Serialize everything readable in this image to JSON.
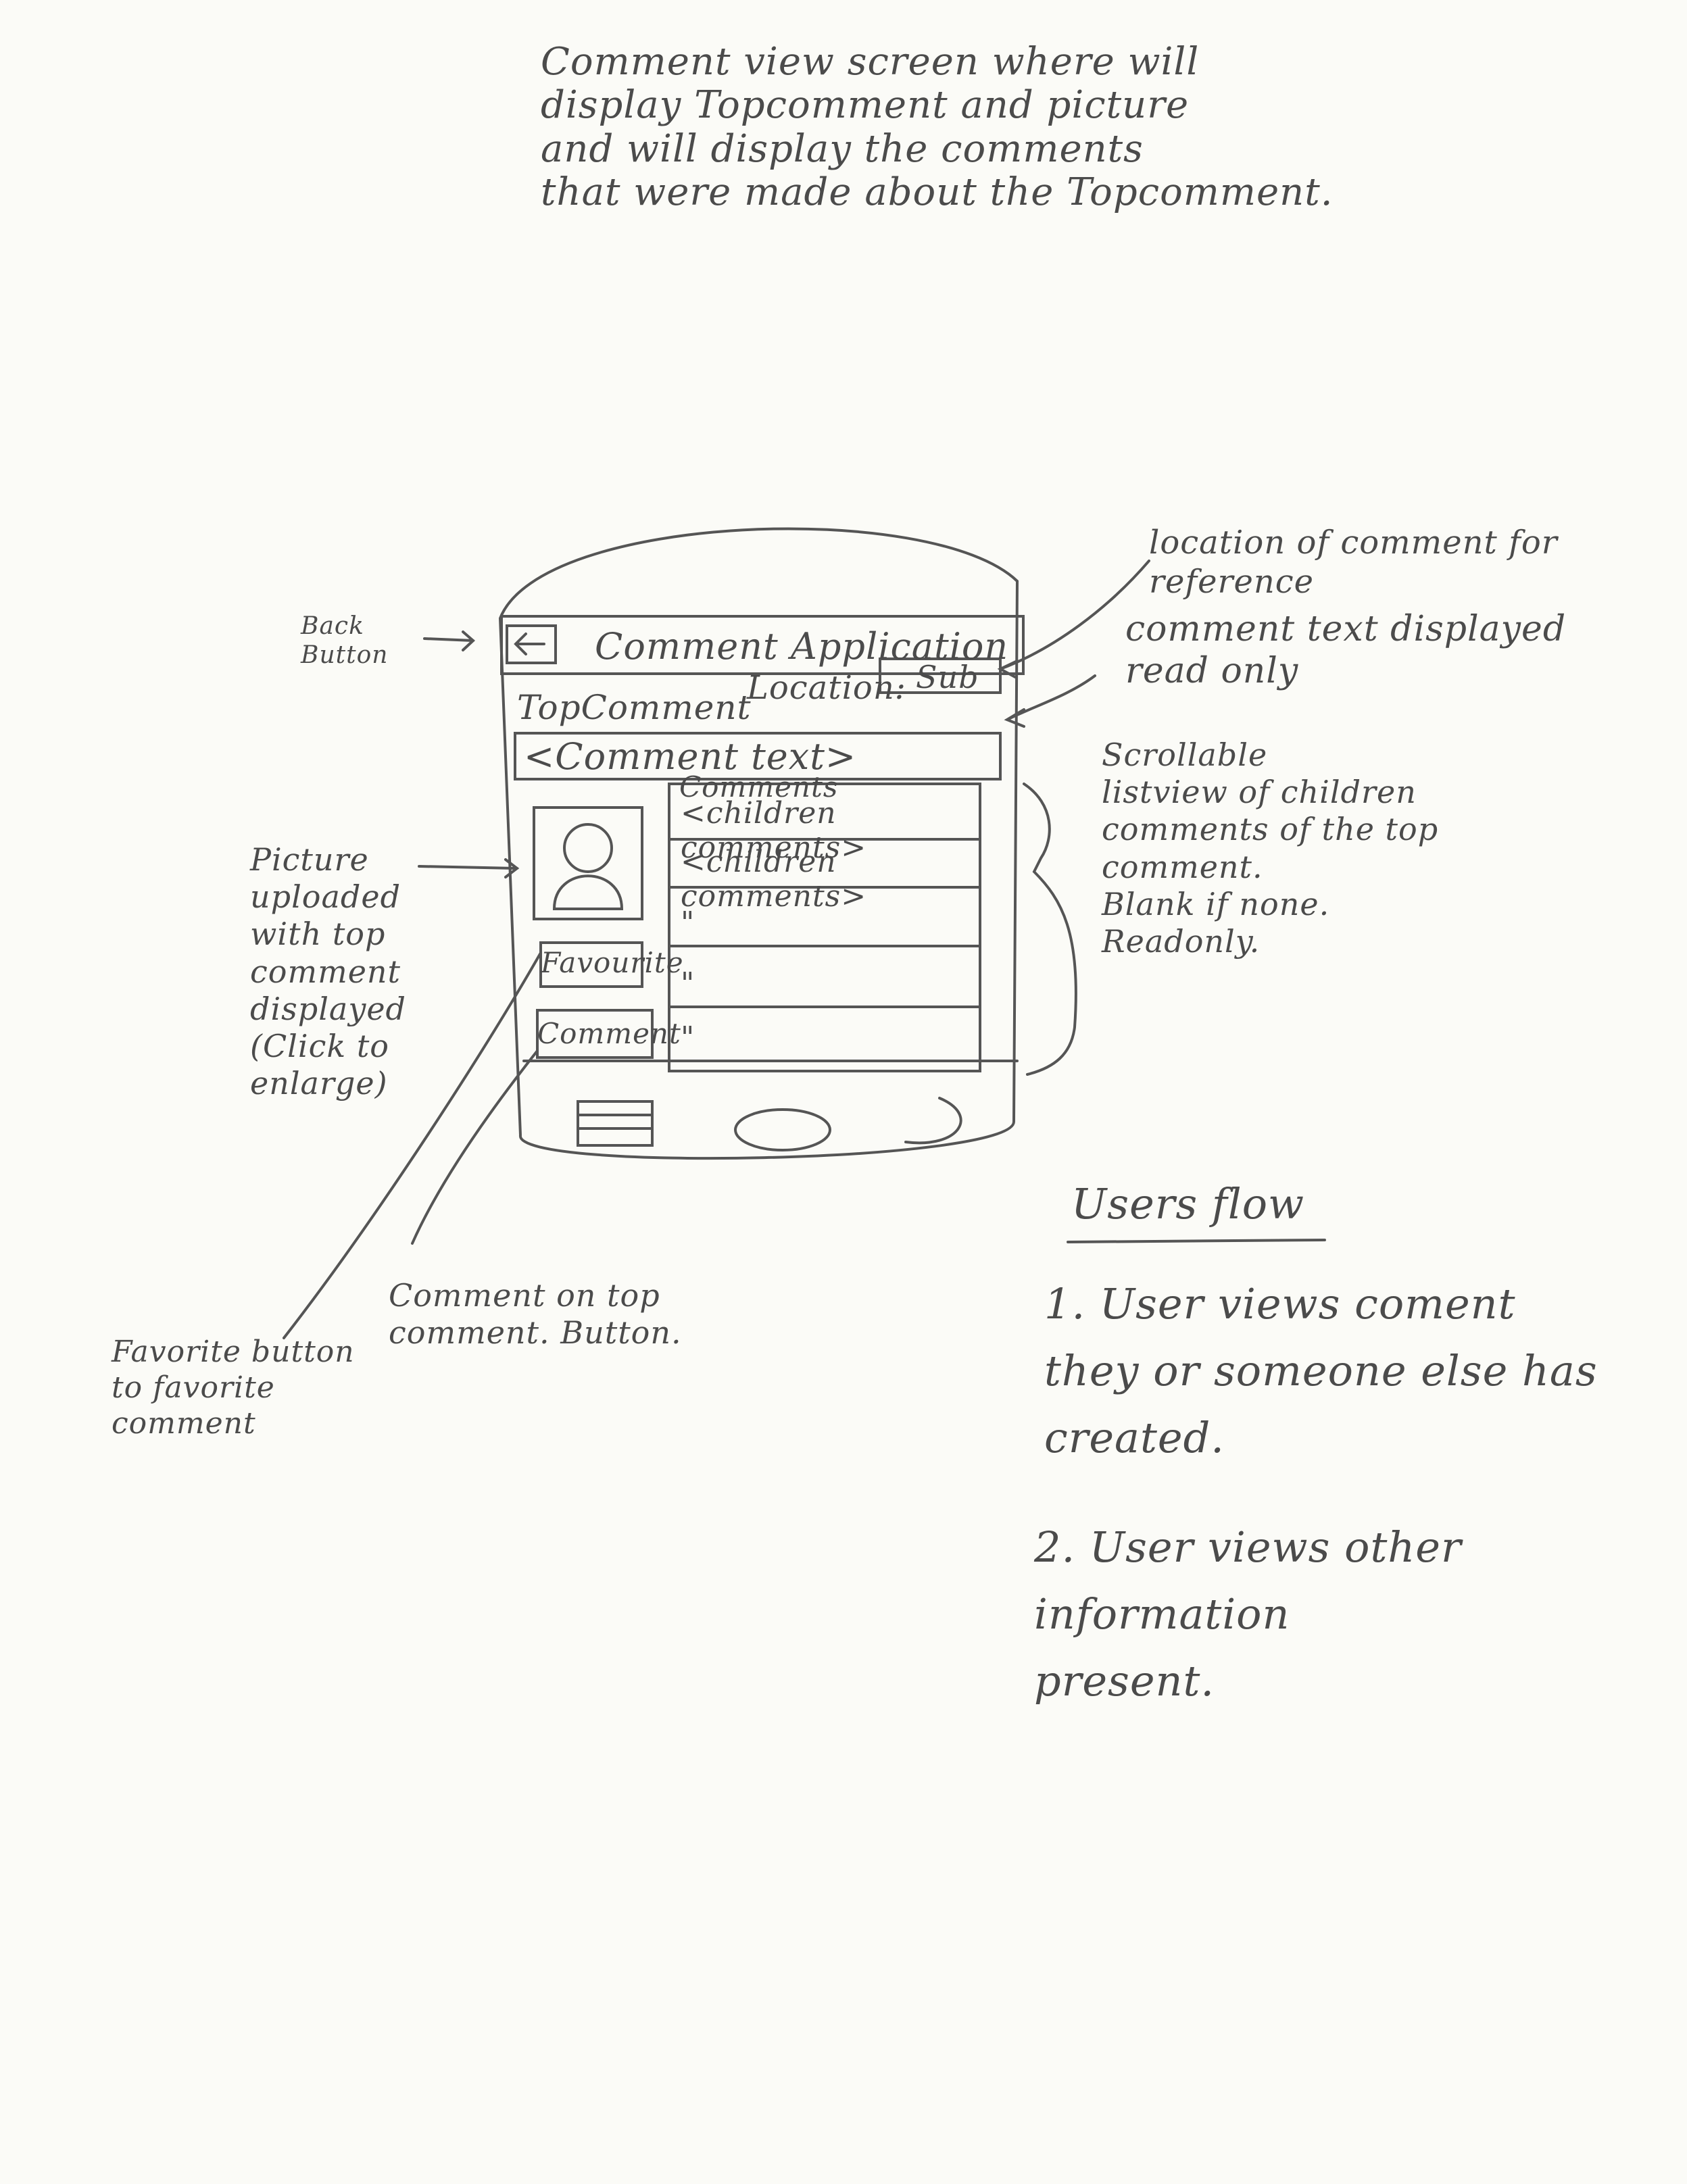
{
  "description": "Comment view screen where will\ndisplay Topcomment and picture\nand will display the comments\nthat were made about the Topcomment.",
  "app_bar": {
    "title": "Comment Application",
    "back_icon": "back-arrow-icon"
  },
  "top_comment": {
    "label": "TopComment",
    "location_label": "Location:",
    "location_value": "Sub",
    "comment_text": "<Comment text>"
  },
  "comments_list": {
    "header": "Comments",
    "items": [
      "<children comments>",
      "<children comments>",
      "\"",
      "\"",
      "\""
    ]
  },
  "picture": {
    "icon": "person-avatar-icon"
  },
  "buttons": {
    "favourite": "Favourite",
    "comment": "Comment"
  },
  "nav_bar": {
    "icons": [
      "menu-icon",
      "home-icon",
      "back-icon"
    ]
  },
  "annotations": {
    "back_button": "Back\nButton",
    "location": "location of comment for\nreference",
    "comment_text": "comment text displayed\nread only",
    "scrollable": "Scrollable\nlistview of children\ncomments of the top\ncomment.\nBlank if none.\nReadonly.",
    "picture": "Picture\nuploaded\nwith top\ncomment\ndisplayed\n(Click to\nenlarge)",
    "comment_button": "Comment on top\ncomment. Button.",
    "favourite_button": "Favorite button\nto favorite\ncomment"
  },
  "users_flow": {
    "title": "Users flow",
    "steps": [
      "1. User views coment\nthey or someone else has\ncreated.",
      "2. User views other information\npresent."
    ]
  }
}
